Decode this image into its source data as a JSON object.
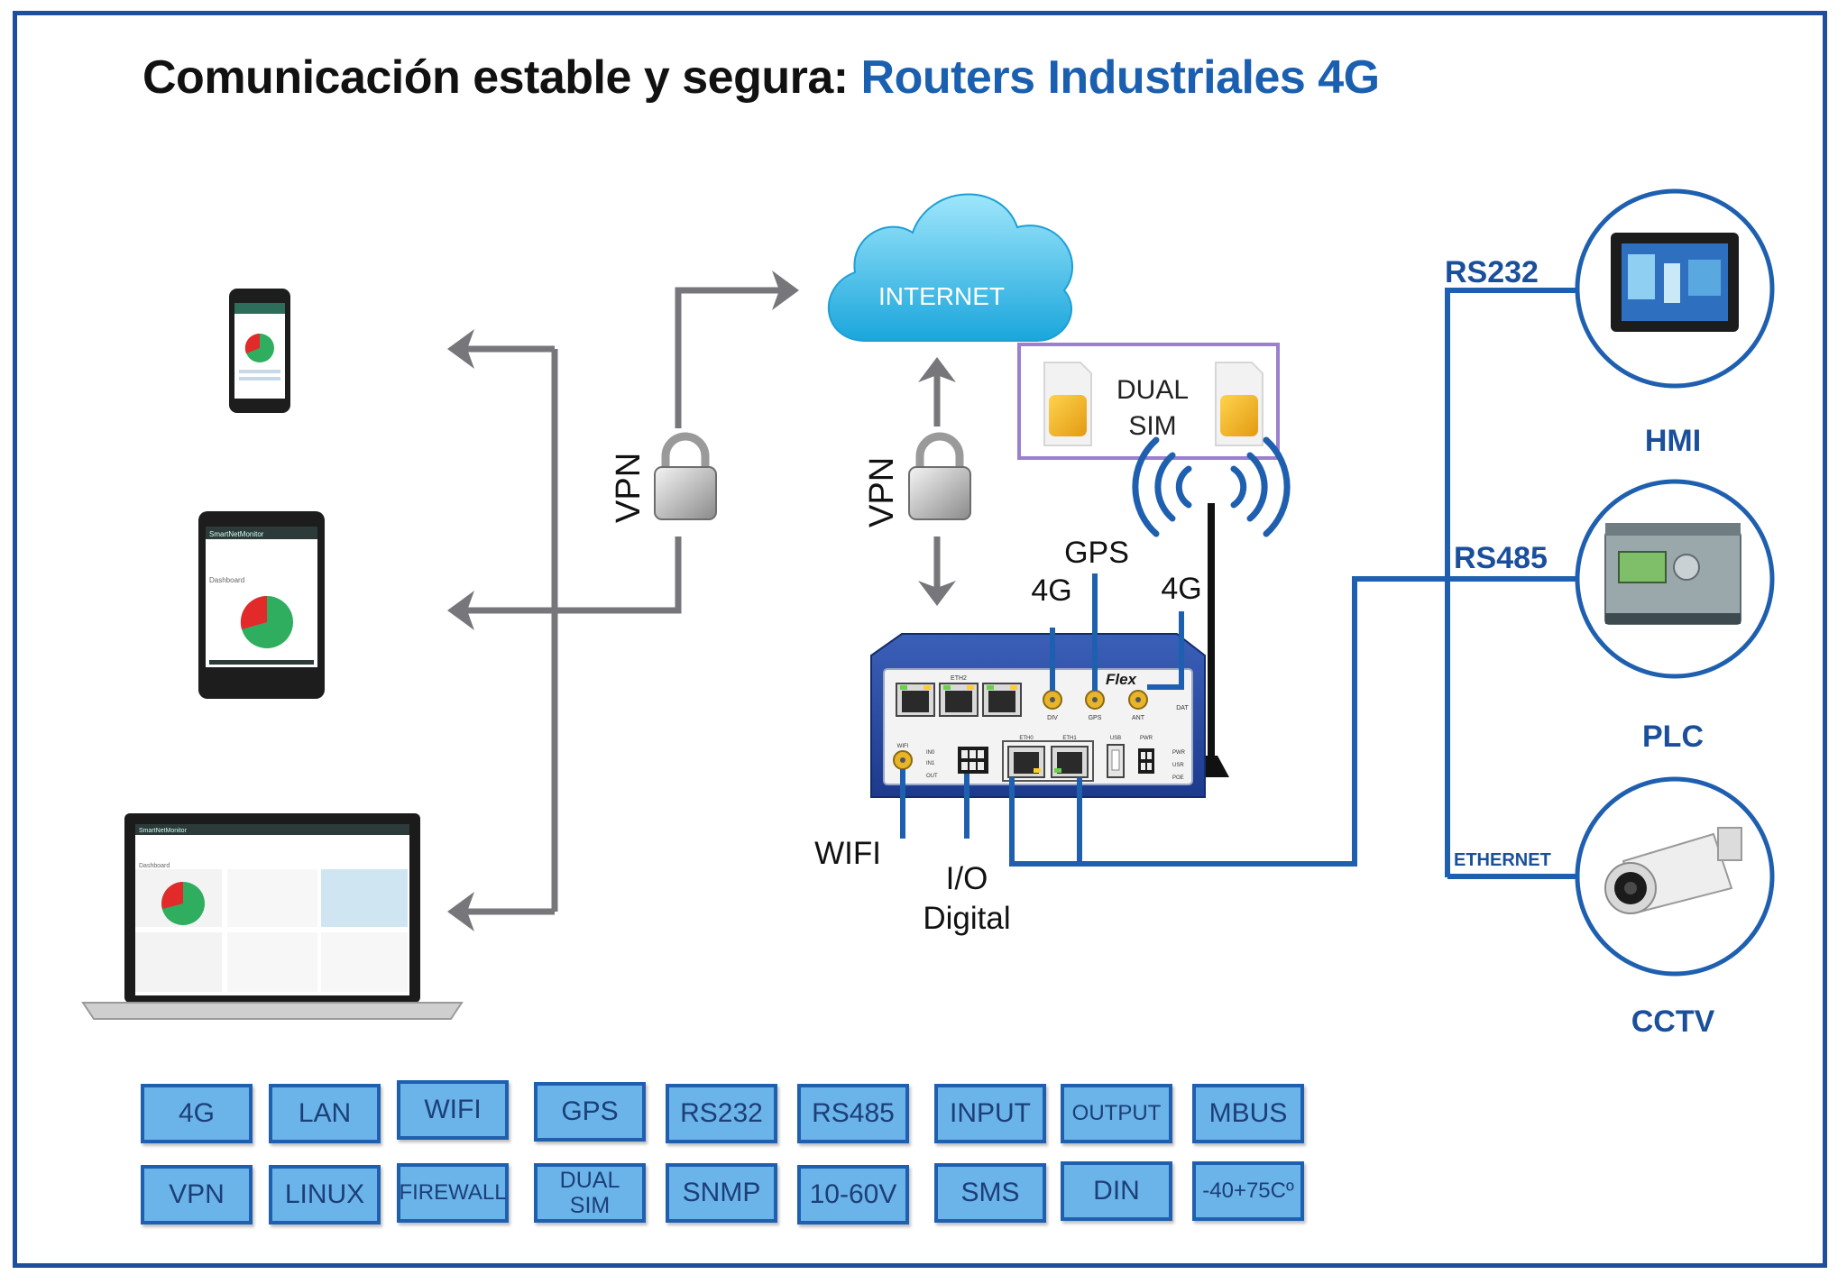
{
  "title": {
    "prefix": "Comunicación estable y segura:",
    "highlight": "Routers Industriales 4G"
  },
  "cloud": {
    "label": "INTERNET"
  },
  "vpn": {
    "left": "VPN",
    "center": "VPN"
  },
  "dual_sim": {
    "line1": "DUAL",
    "line2": "SIM"
  },
  "router": {
    "brand": "Flex",
    "ports_top": [
      "ETH2",
      "DIV",
      "GPS",
      "ANT",
      "DAT"
    ],
    "ports_bottom": [
      "WIFI",
      "IN0",
      "IN1",
      "OUT",
      "ETH0",
      "ETH1",
      "USB",
      "PWR",
      "PWR",
      "USR",
      "POE"
    ]
  },
  "antenna_labels": {
    "gps": "GPS",
    "ant_4g_left": "4G",
    "ant_4g_right": "4G"
  },
  "router_labels": {
    "wifi": "WIFI",
    "io_line1": "I/O",
    "io_line2": "Digital"
  },
  "interfaces": [
    {
      "bus": "RS232",
      "device": "HMI"
    },
    {
      "bus": "RS485",
      "device": "PLC"
    },
    {
      "bus": "ETHERNET",
      "device": "CCTV"
    }
  ],
  "screens": {
    "app_name": "SmartNetMonitor",
    "dashboard": "Dashboard"
  },
  "features": {
    "row1": [
      "4G",
      "LAN",
      "WIFI",
      "GPS",
      "RS232",
      "RS485",
      "INPUT",
      "OUTPUT",
      "MBUS"
    ],
    "row2": [
      "VPN",
      "LINUX",
      "FIREWALL",
      "DUAL\nSIM",
      "SNMP",
      "10-60V",
      "SMS",
      "DIN",
      "-40+75Cº"
    ]
  },
  "colors": {
    "border": "#1f4f9c",
    "accent": "#1a5fb0",
    "line_blue": "#1f5fb0",
    "arrow_gray": "#77777b",
    "feature_fill": "#6ab4ea",
    "cloud": "#3dbde9"
  }
}
